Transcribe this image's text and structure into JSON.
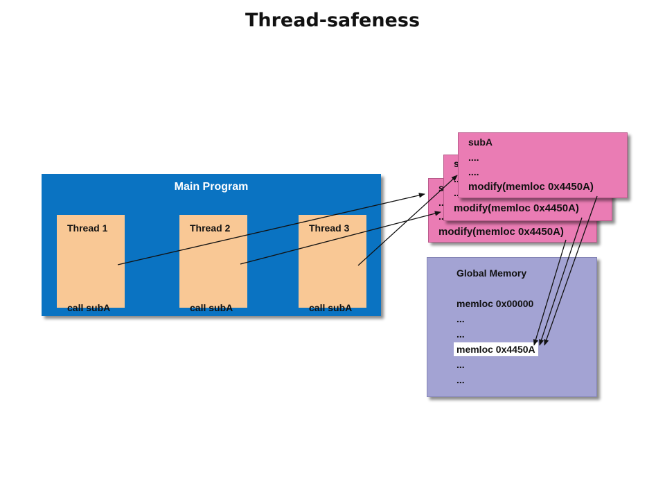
{
  "title": "Thread-safeness",
  "main_program": {
    "label": "Main Program",
    "threads": [
      {
        "name": "Thread 1",
        "call": "call subA"
      },
      {
        "name": "Thread 2",
        "call": "call subA"
      },
      {
        "name": "Thread 3",
        "call": "call subA"
      }
    ]
  },
  "subA_copies": {
    "back": {
      "line1": "s",
      "line2": "...",
      "line3": "...",
      "modify": "modify(memloc 0x4450A)"
    },
    "middle": {
      "line1": "s",
      "line2": "...",
      "line3": "....",
      "modify": "modify(memloc 0x4450A)"
    },
    "front": {
      "line1": "subA",
      "line2": "....",
      "line3": "....",
      "modify": "modify(memloc 0x4450A)"
    }
  },
  "global_memory": {
    "label": "Global Memory",
    "lines": [
      "memloc 0x00000",
      "...",
      "...",
      "memloc 0x4450A",
      "...",
      "..."
    ]
  },
  "colors": {
    "main_program": "#0a73c2",
    "thread": "#f9c895",
    "subA": "#ea7cb4",
    "global_memory": "#a3a3d3"
  }
}
